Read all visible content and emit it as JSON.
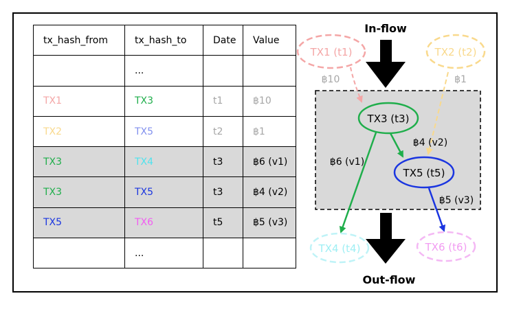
{
  "table": {
    "headers": [
      "tx_hash_from",
      "tx_hash_to",
      "Date",
      "Value"
    ],
    "rows": [
      {
        "from": "",
        "to": "...",
        "date": "",
        "value": "",
        "highlight": false
      },
      {
        "from": "TX1",
        "to": "TX3",
        "date": "t1",
        "value": "฿10",
        "highlight": false
      },
      {
        "from": "TX2",
        "to": "TX5",
        "date": "t2",
        "value": "฿1",
        "highlight": false
      },
      {
        "from": "TX3",
        "to": "TX4",
        "date": "t3",
        "value": "฿6 (v1)",
        "highlight": true
      },
      {
        "from": "TX3",
        "to": "TX5",
        "date": "t3",
        "value": "฿4 (v2)",
        "highlight": true
      },
      {
        "from": "TX5",
        "to": "TX6",
        "date": "t5",
        "value": "฿5 (v3)",
        "highlight": true
      },
      {
        "from": "",
        "to": "...",
        "date": "",
        "value": "",
        "highlight": false
      }
    ]
  },
  "diagram": {
    "inflow_label": "In-flow",
    "outflow_label": "Out-flow",
    "nodes": {
      "tx1": "TX1 (t1)",
      "tx2": "TX2 (t2)",
      "tx3": "TX3 (t3)",
      "tx5": "TX5 (t5)",
      "tx4": "TX4 (t4)",
      "tx6": "TX6 (t6)"
    },
    "edges": {
      "tx1_tx3": "฿10",
      "tx2_tx5": "฿1",
      "tx3_tx4": "฿6 (v1)",
      "tx3_tx5": "฿4 (v2)",
      "tx5_tx6": "฿5 (v3)"
    }
  },
  "colors": {
    "TX1": "#f4a6a6",
    "TX2": "#f9d98c",
    "TX3": "#1fae4b",
    "TX4": "#4fe3ee",
    "TX5": "#1a35e0",
    "TX6": "#f25cf2",
    "muted": "#a6a6a6",
    "highlight_bg": "#d9d9d9"
  }
}
